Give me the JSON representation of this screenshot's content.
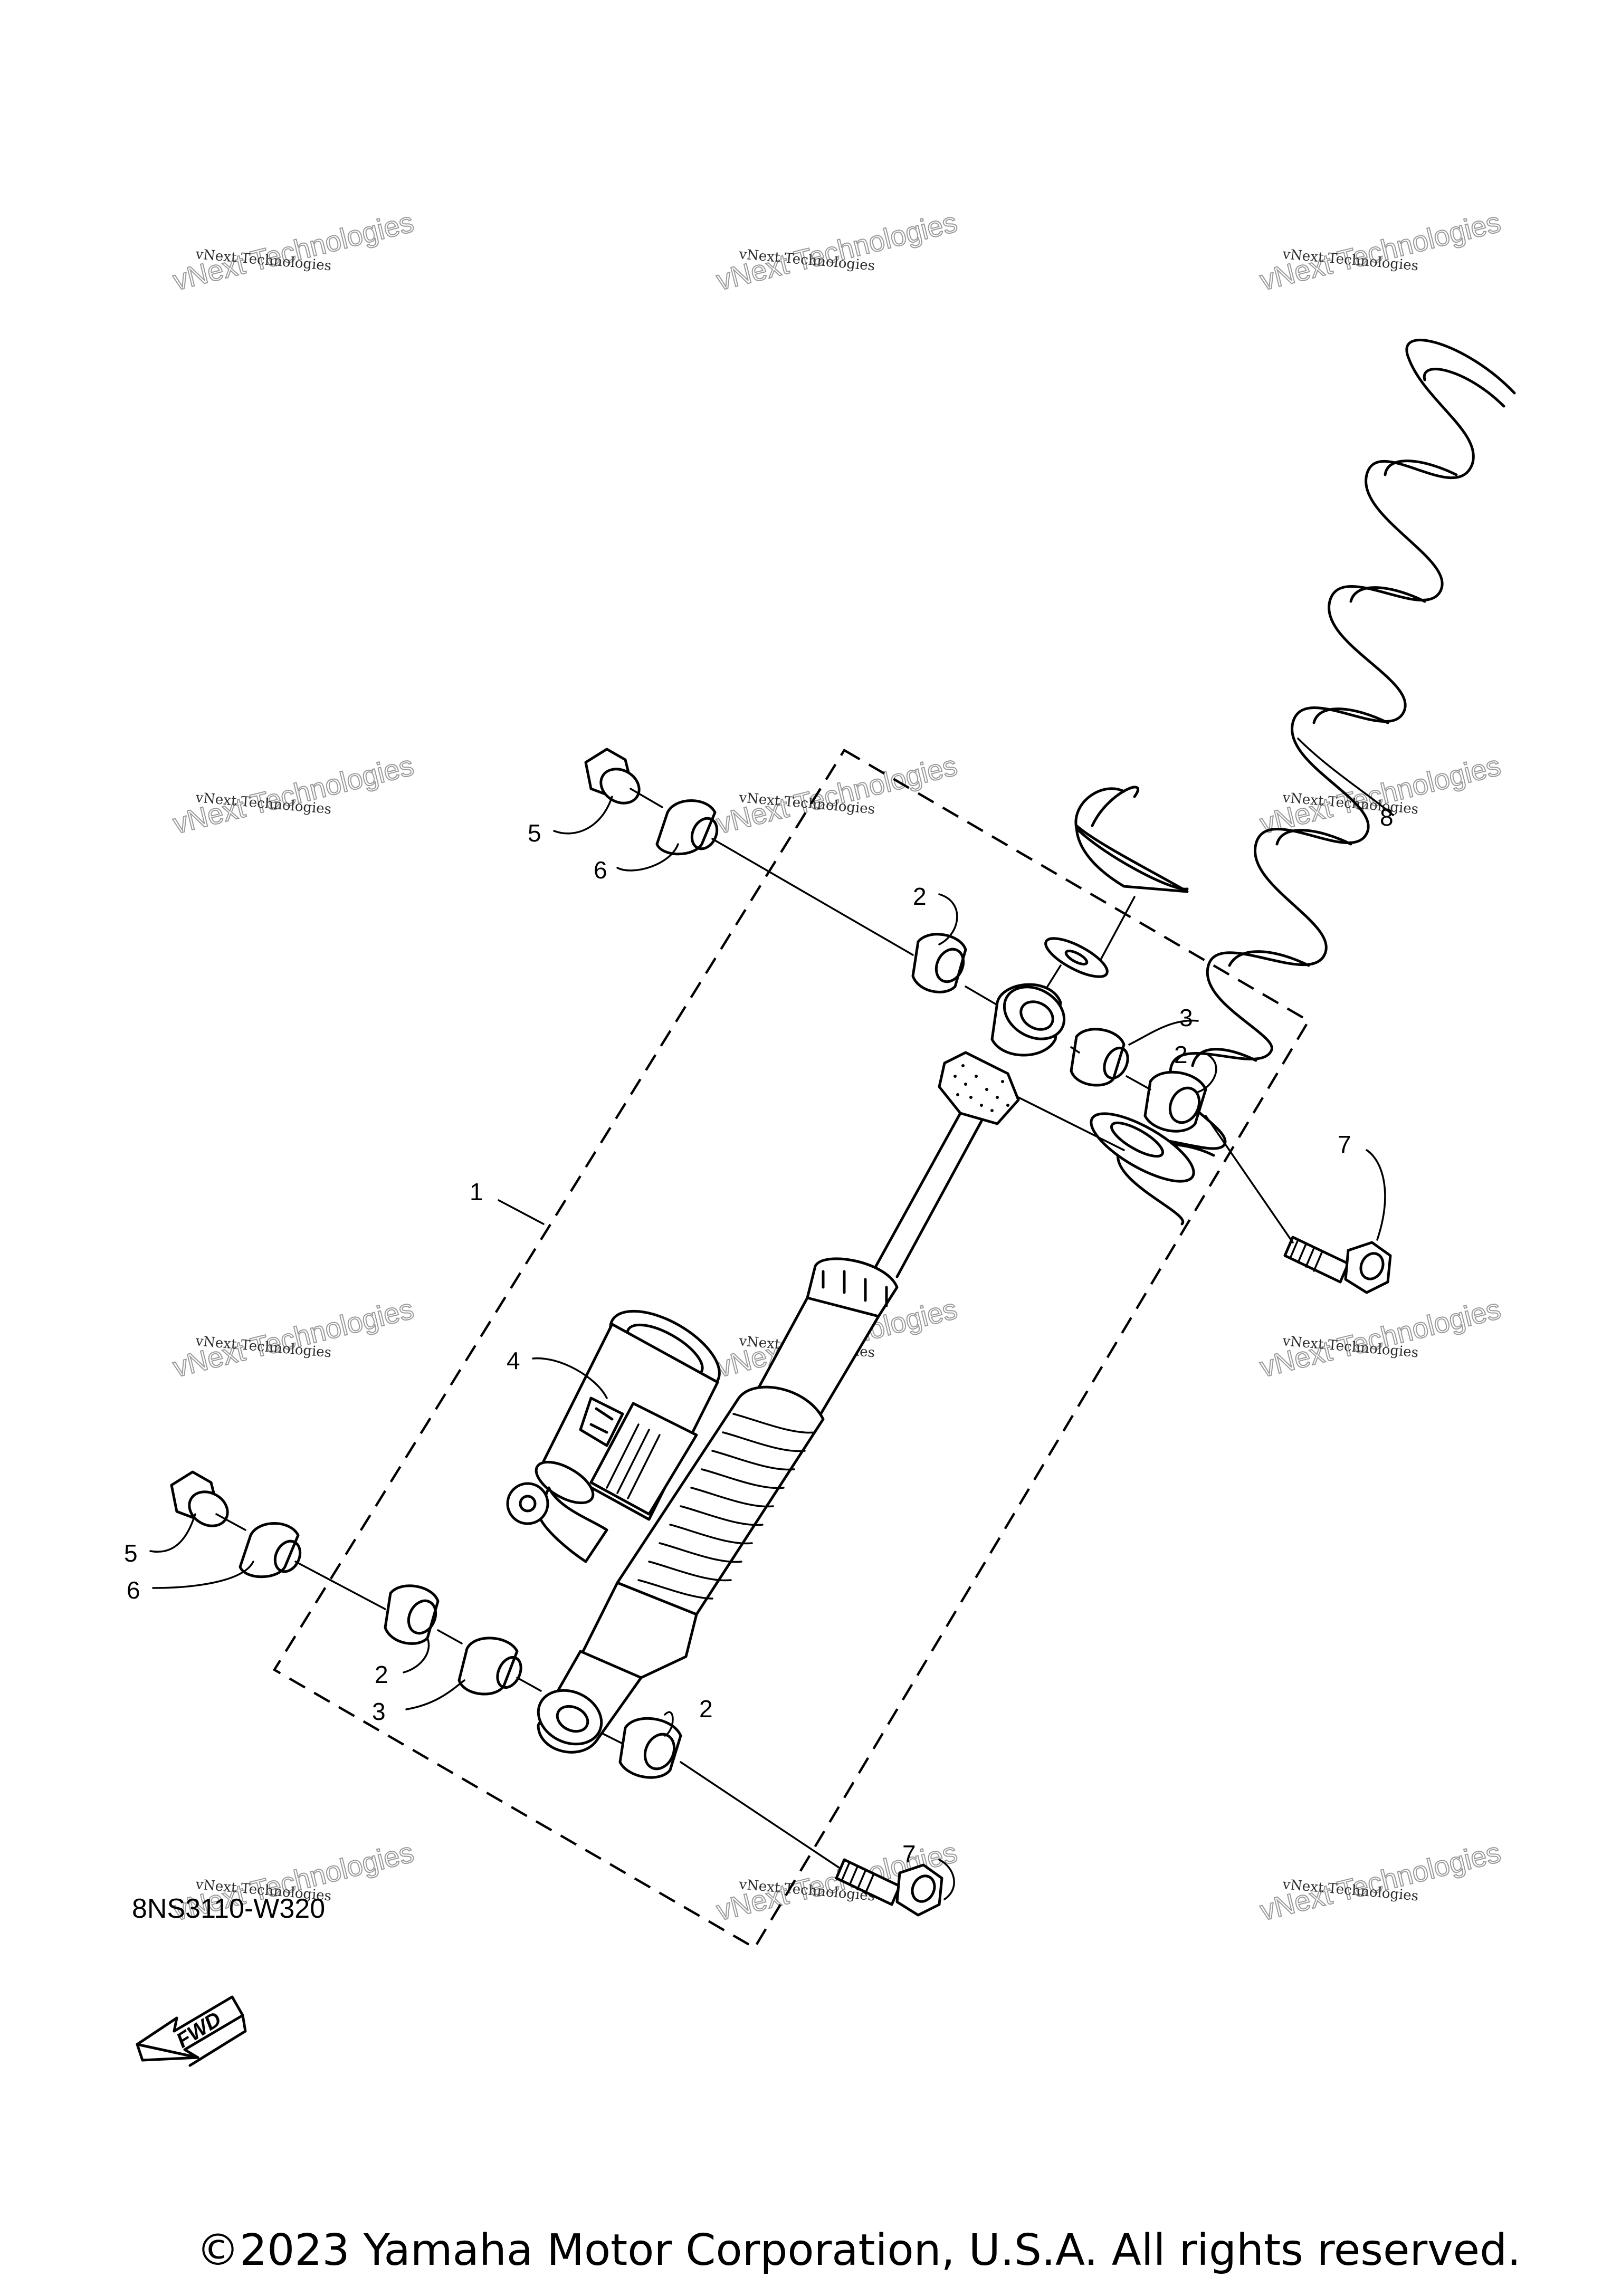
{
  "callouts": {
    "c1": "1",
    "c2a": "2",
    "c2b": "2",
    "c2c": "2",
    "c2d": "2",
    "c3a": "3",
    "c3b": "3",
    "c4": "4",
    "c5a": "5",
    "c5b": "5",
    "c6a": "6",
    "c6b": "6",
    "c7a": "7",
    "c7b": "7",
    "c8": "8"
  },
  "watermark": {
    "line1": "vNext Technologies",
    "line2": "vNext Technologies"
  },
  "fwd_label": "FWD",
  "diagram_code": "8NS3110-W320",
  "copyright": "©2023 Yamaha Motor Corporation, U.S.A. All rights reserved."
}
